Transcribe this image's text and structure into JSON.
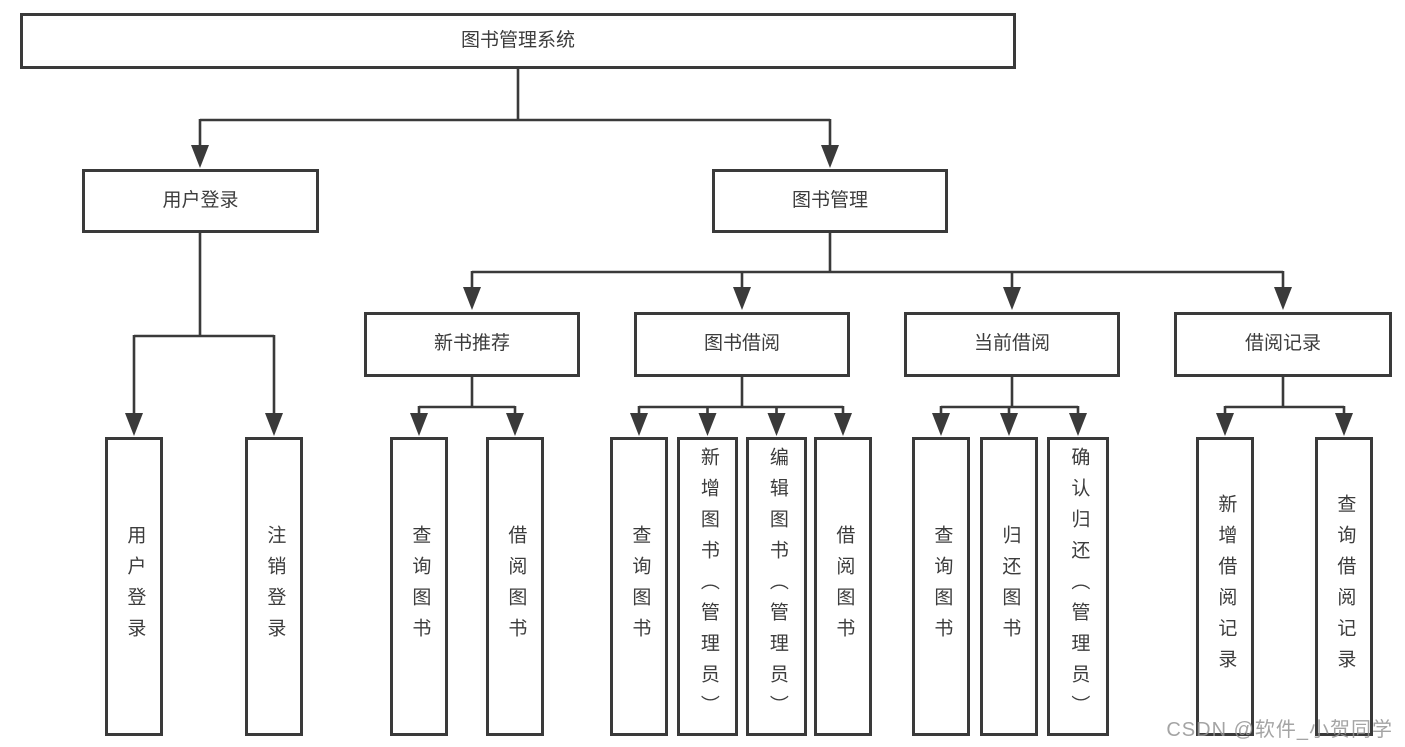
{
  "tree": {
    "label": "图书管理系统",
    "children": [
      {
        "label": "用户登录",
        "children": [
          {
            "label": "用户登录"
          },
          {
            "label": "注销登录"
          }
        ]
      },
      {
        "label": "图书管理",
        "children": [
          {
            "label": "新书推荐",
            "children": [
              {
                "label": "查询图书"
              },
              {
                "label": "借阅图书"
              }
            ]
          },
          {
            "label": "图书借阅",
            "children": [
              {
                "label": "查询图书"
              },
              {
                "label": "新增图书（管理员）"
              },
              {
                "label": "编辑图书（管理员）"
              },
              {
                "label": "借阅图书"
              }
            ]
          },
          {
            "label": "当前借阅",
            "children": [
              {
                "label": "查询图书"
              },
              {
                "label": "归还图书"
              },
              {
                "label": "确认归还（管理员）"
              }
            ]
          },
          {
            "label": "借阅记录",
            "children": [
              {
                "label": "新增借阅记录"
              },
              {
                "label": "查询借阅记录"
              }
            ]
          }
        ]
      }
    ]
  },
  "watermark": "CSDN @软件_小贺同学",
  "colors": {
    "line": "#3a3a3a",
    "box_background": "#ffffff",
    "text": "#3c3c3c",
    "watermark": "#949494"
  }
}
